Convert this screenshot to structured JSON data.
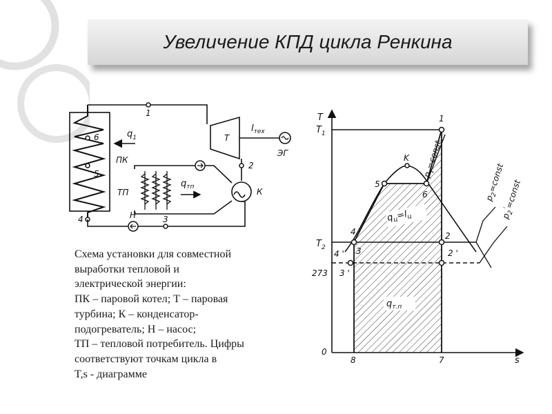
{
  "title": "Увеличение КПД цикла Ренкина",
  "caption": [
    "Схема установки для совместной",
    "выработки тепловой и",
    "электрической энергии:",
    "ПК – паровой котел; Т – паровая",
    "турбина; К – конденсатор-",
    "подогреватель; Н – насос;",
    "ТП – тепловой потребитель. Цифры",
    "соответствуют точкам цикла в",
    "T,s - диаграмме"
  ],
  "scheme": {
    "boiler": "ПК",
    "turbine": "Т",
    "condenser": "К",
    "pump": "Н",
    "consumer": "ТП",
    "generator": "ЭГ",
    "q1": "q",
    "q1_sub": "1",
    "l_tex": "l",
    "l_tex_sub": "тех",
    "q_tp": "q",
    "q_tp_sub": "тп",
    "point_1": "1",
    "point_2": "2",
    "point_3": "3",
    "point_4": "4",
    "point_5": "5",
    "point_6": "6"
  },
  "ts": {
    "T": "T",
    "T1": "T",
    "T1_sub": "1",
    "T2": "T",
    "T2_sub": "2",
    "t273": "273",
    "origin": "0",
    "s": "s",
    "K": "K",
    "p1": "p",
    "p1_sub": "1",
    "p1_const": "=const",
    "p2": "p",
    "p2_sub": "2",
    "p2_const": "=const",
    "p2p": "p",
    "p2p_sub": "2",
    "p2p_sup": "'",
    "p2p_const": "=const",
    "q_c": "q",
    "q_c_sub": "ц",
    "l_c": "=l",
    "l_c_sub": "ц",
    "q_tp": "q",
    "q_tp_sub": "т.п",
    "pt1": "1",
    "pt2": "2",
    "pt2p": "2 '",
    "pt3": "3",
    "pt3p": "3 '",
    "pt4": "4",
    "pt4p": "4 '",
    "pt5": "5",
    "pt6": "6",
    "pt7": "7",
    "pt8": "8"
  }
}
